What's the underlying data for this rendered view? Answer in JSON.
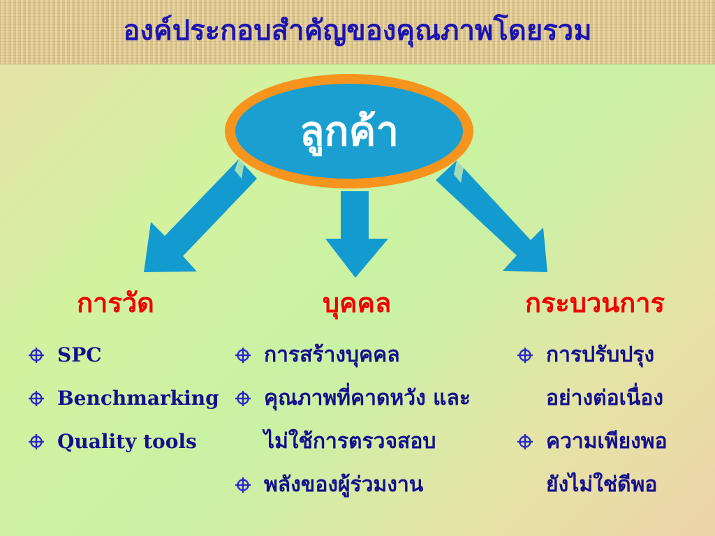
{
  "title": "องค์ประกอบสำคัญของคุณภาพโดยรวม",
  "center": "ลูกค้า",
  "colors": {
    "title": "#1c14b0",
    "ellipse_fill": "#1a9fd0",
    "ellipse_ring": "#f7941d",
    "arrow": "#139bd0",
    "heading": "#f00000",
    "item": "#14108c"
  },
  "icons": {
    "bullet": "crosshair-bullet-icon"
  },
  "columns": [
    {
      "heading": "การวัด",
      "items": [
        {
          "text": "SPC"
        },
        {
          "text": "Benchmarking"
        },
        {
          "text": "Quality tools"
        }
      ]
    },
    {
      "heading": "บุคคล",
      "items": [
        {
          "text": "การสร้างบุคคล"
        },
        {
          "text": "คุณภาพที่คาดหวัง และ",
          "cont": "ไม่ใช้การตรวจสอบ"
        },
        {
          "text": "พลังของผู้ร่วมงาน"
        }
      ]
    },
    {
      "heading": "กระบวนการ",
      "items": [
        {
          "text": "การปรับปรุง",
          "cont": "อย่างต่อเนื่อง"
        },
        {
          "text": "ความเพียงพอ",
          "cont": "ยังไม่ใช่ดีพอ"
        }
      ]
    }
  ]
}
